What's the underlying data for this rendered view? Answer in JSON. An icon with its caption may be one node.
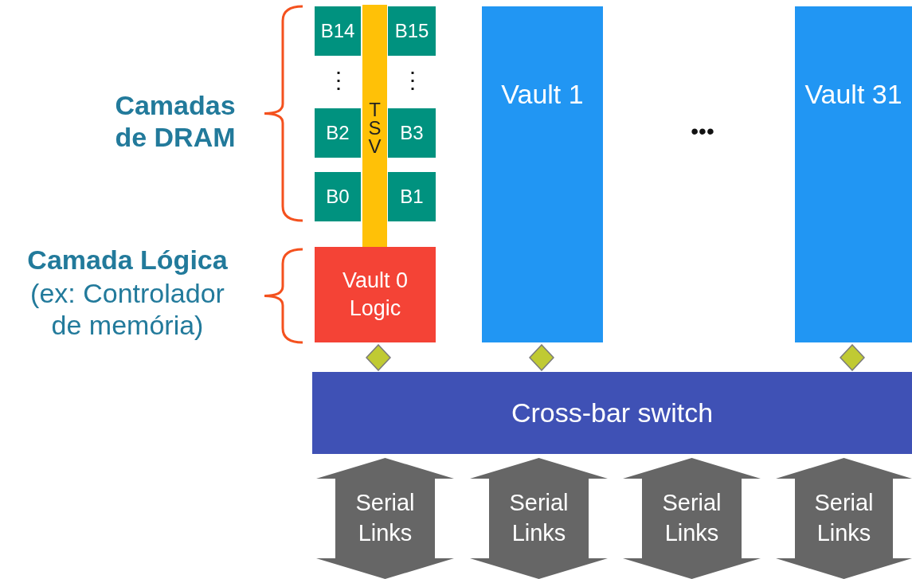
{
  "diagram": {
    "nodes": [
      {
        "text": [
          "B14"
        ]
      },
      {
        "text": [
          "B15"
        ]
      },
      {
        "text": [
          "TSV"
        ]
      },
      {
        "text": [
          "B2"
        ]
      },
      {
        "text": [
          "B3"
        ]
      },
      {
        "text": [
          "B0"
        ]
      },
      {
        "text": [
          "B1"
        ]
      },
      {
        "text": [
          "Vault 0 Logic"
        ]
      },
      {
        "text": [
          "Vault 1"
        ]
      },
      {
        "text": [
          "Vault 31"
        ]
      },
      {
        "text": [],
        "shape": "diamond"
      },
      {
        "text": [],
        "shape": "diamond"
      },
      {
        "text": [],
        "shape": "diamond"
      },
      {
        "text": [
          "Cross-bar switch"
        ]
      },
      {
        "text": [
          "Serial Links"
        ]
      },
      {
        "text": [
          "Serial Links"
        ]
      },
      {
        "text": [
          "Serial Links"
        ]
      },
      {
        "text": [
          "Serial Links"
        ]
      }
    ],
    "edges": [],
    "labels": [
      "Camadas de DRAM",
      "⋮",
      "⋮",
      "•••",
      "Camada Lógica",
      "(ex: Controlador de memória)"
    ]
  }
}
